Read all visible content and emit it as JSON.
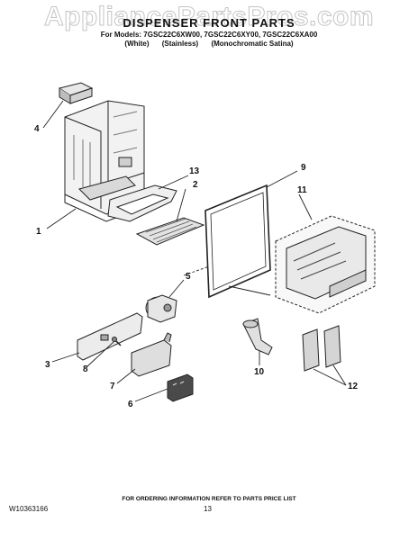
{
  "header": {
    "watermark": "AppliancePartsPros.com",
    "title": "DISPENSER FRONT PARTS",
    "models": "For Models: 7GSC22C6XW00, 7GSC22C6XY00, 7GSC22C6XA00",
    "finishes": [
      "(White)",
      "(Stainless)",
      "(Monochromatic Satina)"
    ]
  },
  "callouts": [
    "4",
    "13",
    "9",
    "2",
    "11",
    "1",
    "5",
    "3",
    "8",
    "7",
    "6",
    "10",
    "12"
  ],
  "footer": {
    "ordering_note": "FOR ORDERING INFORMATION REFER TO PARTS PRICE LIST",
    "doc_number": "W10363166",
    "page_number": "13"
  }
}
